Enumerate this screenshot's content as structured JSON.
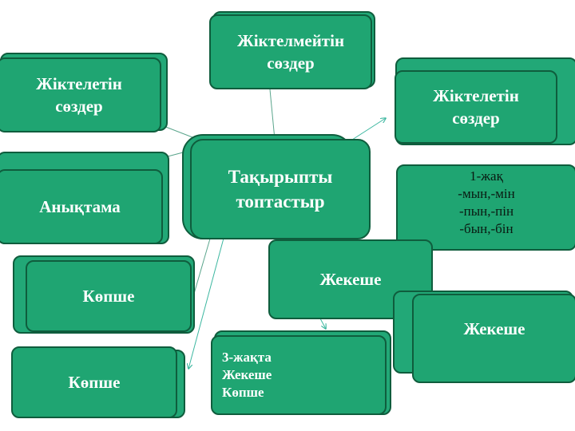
{
  "center": {
    "label": "Тақырыпты\nтоптастыр"
  },
  "top": {
    "label": "Жіктелмейтін\nсөздер"
  },
  "left_top": {
    "label": "Жіктелетін\nсөздер"
  },
  "right_top": {
    "label": "Жіктелетін\nсөздер"
  },
  "left_mid": {
    "label": "Анықтама"
  },
  "right_mid": {
    "label": "1-жақ\n-мын,-мін\n-пын,-пін\n-бын,-бін"
  },
  "left_low": {
    "label": "Көпше"
  },
  "center_low": {
    "label": "Жекеше"
  },
  "right_low": {
    "label": "Жекеше"
  },
  "left_bottom": {
    "label": "Көпше"
  },
  "center_bottom": {
    "label": "3-жақта\nЖекеше\nКөпше"
  },
  "colors": {
    "fill": "#1fa572",
    "border": "#0f5d3d",
    "arrow": "#3cb7a0"
  }
}
